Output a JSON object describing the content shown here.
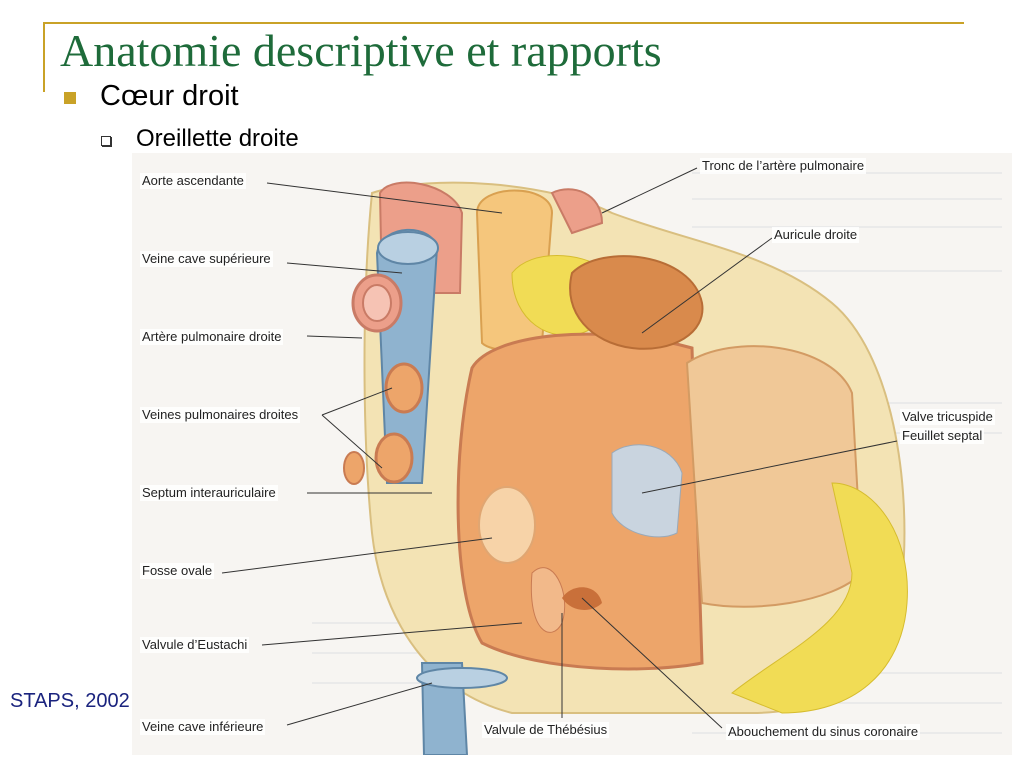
{
  "slide": {
    "title": "Anatomie descriptive et rapports",
    "bullet_level1": "Cœur droit",
    "bullet_level2": "Oreillette droite",
    "footer": "STAPS, 2002"
  },
  "figure": {
    "labels": {
      "aorte_ascendante": "Aorte ascendante",
      "veine_cave_superieure": "Veine cave supérieure",
      "artere_pulmonaire_droite": "Artère pulmonaire droite",
      "veines_pulmonaires_droites": "Veines pulmonaires droites",
      "septum_interauriculaire": "Septum interauriculaire",
      "fosse_ovale": "Fosse ovale",
      "valvule_eustachi": "Valvule d’Eustachi",
      "veine_cave_inferieure": "Veine cave inférieure",
      "valvule_thebesius": "Valvule de Thébésius",
      "abouchement_sinus": "Abouchement du sinus coronaire",
      "tronc_artere_pulmonaire": "Tronc de l’artère pulmonaire",
      "auricule_droite": "Auricule droite",
      "valve_tricuspide": "Valve tricuspide",
      "feuillet_septal": "Feuillet septal"
    },
    "colors": {
      "atrium": "#eda56a",
      "atrium_dark": "#d98a4c",
      "vessel_blue": "#8fb3cf",
      "fat_yellow": "#f1dc55",
      "pale": "#f3e3b4",
      "pink_vessel": "#ec9f8a",
      "valve": "#e8b784"
    }
  }
}
